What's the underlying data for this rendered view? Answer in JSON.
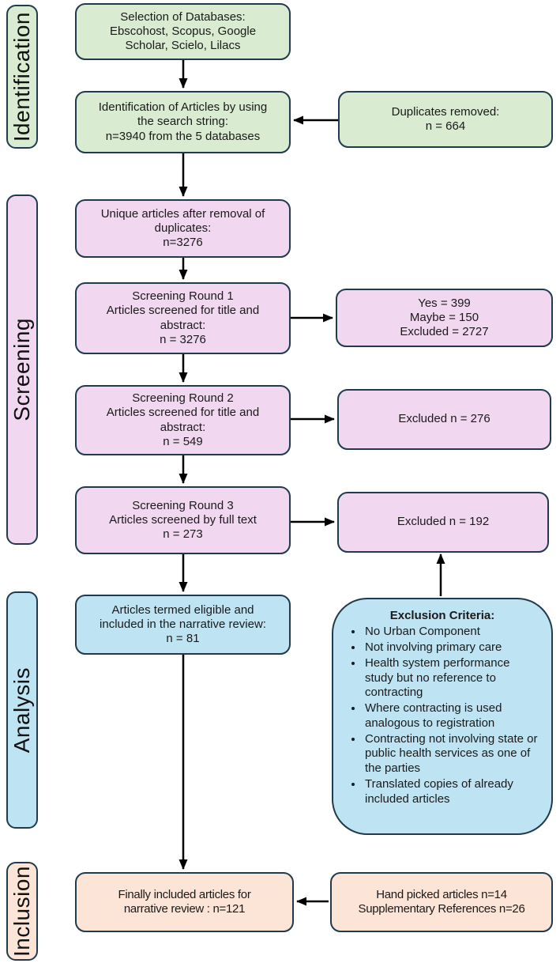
{
  "palette": {
    "green_fill": "#d9ecd2",
    "pink_fill": "#f2d7f0",
    "blue_fill": "#bee3f3",
    "peach_fill": "#fce4d6",
    "border": "#1f3b4d",
    "arrow": "#000000"
  },
  "stages": {
    "identification": "Identification",
    "screening": "Screening",
    "analysis": "Analysis",
    "inclusion": "Inclusion"
  },
  "boxes": {
    "selection": "Selection of Databases:\nEbscohost, Scopus, Google\nScholar, Scielo, Lilacs",
    "identification": "Identification of Articles by using\nthe search string:\nn=3940 from the 5 databases",
    "duplicates": "Duplicates removed:\nn = 664",
    "unique": "Unique articles after removal of\nduplicates:\nn=3276",
    "round1": "Screening Round 1\nArticles screened for title and\nabstract:\nn = 3276",
    "round1_result": "Yes = 399\nMaybe = 150\nExcluded = 2727",
    "round2": "Screening Round 2\nArticles screened for title and\nabstract:\nn = 549",
    "round2_result": "Excluded n = 276",
    "round3": "Screening Round 3\nArticles screened by full text\nn = 273",
    "round3_result": "Excluded n = 192",
    "eligible": "Articles termed eligible and\nincluded in the narrative review:\nn = 81",
    "finally_included": "Finally included articles for\nnarrative review : n=121",
    "handpicked": "Hand picked articles n=14\nSupplementary References n=26"
  },
  "exclusion": {
    "title": "Exclusion Criteria:",
    "items": [
      "No Urban Component",
      "Not involving primary care",
      "Health system performance study but no reference to contracting",
      "Where contracting is used analogous to registration",
      "Contracting not involving state or public health services as one of the parties",
      "Translated copies of already included articles"
    ]
  }
}
